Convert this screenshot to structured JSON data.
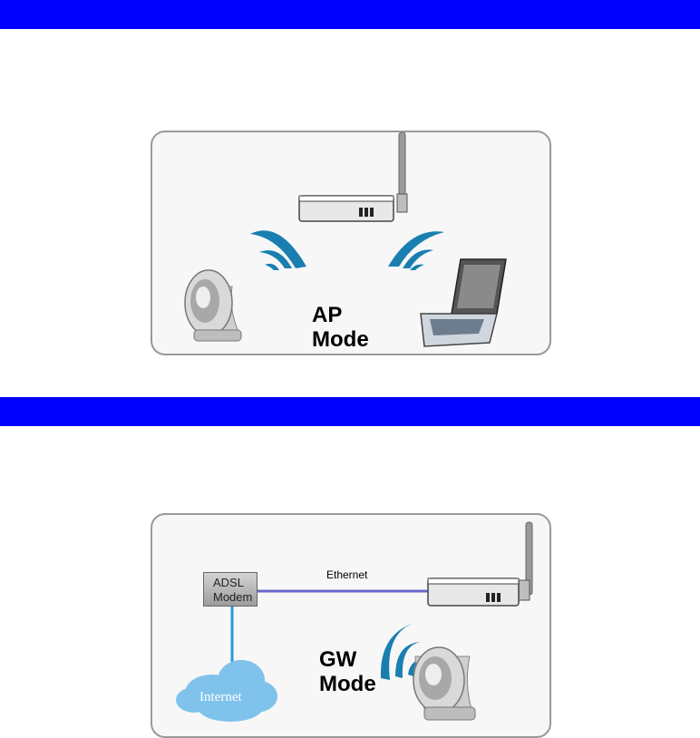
{
  "ap_diagram": {
    "mode_line1": "AP",
    "mode_line2": "Mode"
  },
  "gw_diagram": {
    "modem_line1": "ADSL",
    "modem_line2": "Modem",
    "link_label": "Ethernet",
    "cloud_label": "Internet",
    "mode_line1": "GW",
    "mode_line2": "Mode"
  },
  "colors": {
    "section_bar": "#0000ff",
    "wireless_wave": "#1a7fb0",
    "ethernet_line": "#6a6acc",
    "modem_line": "#2a9ad8",
    "cloud": "#7fc2ec"
  }
}
